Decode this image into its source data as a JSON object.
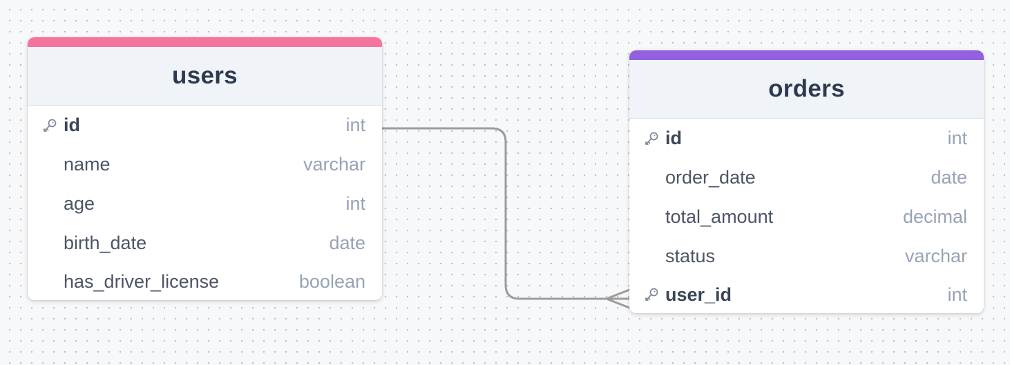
{
  "diagram": {
    "tables": [
      {
        "name": "users",
        "accent_color": "#f6739c",
        "columns": [
          {
            "name": "id",
            "type": "int",
            "key": true
          },
          {
            "name": "name",
            "type": "varchar",
            "key": false
          },
          {
            "name": "age",
            "type": "int",
            "key": false
          },
          {
            "name": "birth_date",
            "type": "date",
            "key": false
          },
          {
            "name": "has_driver_license",
            "type": "boolean",
            "key": false
          }
        ]
      },
      {
        "name": "orders",
        "accent_color": "#9360e0",
        "columns": [
          {
            "name": "id",
            "type": "int",
            "key": true
          },
          {
            "name": "order_date",
            "type": "date",
            "key": false
          },
          {
            "name": "total_amount",
            "type": "decimal",
            "key": false
          },
          {
            "name": "status",
            "type": "varchar",
            "key": false
          },
          {
            "name": "user_id",
            "type": "int",
            "key": true
          }
        ]
      }
    ],
    "relationships": [
      {
        "from": "users.id",
        "to": "orders.user_id",
        "from_end": "one",
        "to_end": "many",
        "line_color": "#9c9c9c"
      }
    ],
    "canvas": {
      "background": "#f7f8f9",
      "dot_color": "#b9bec6",
      "key_icon": "key-icon"
    }
  }
}
